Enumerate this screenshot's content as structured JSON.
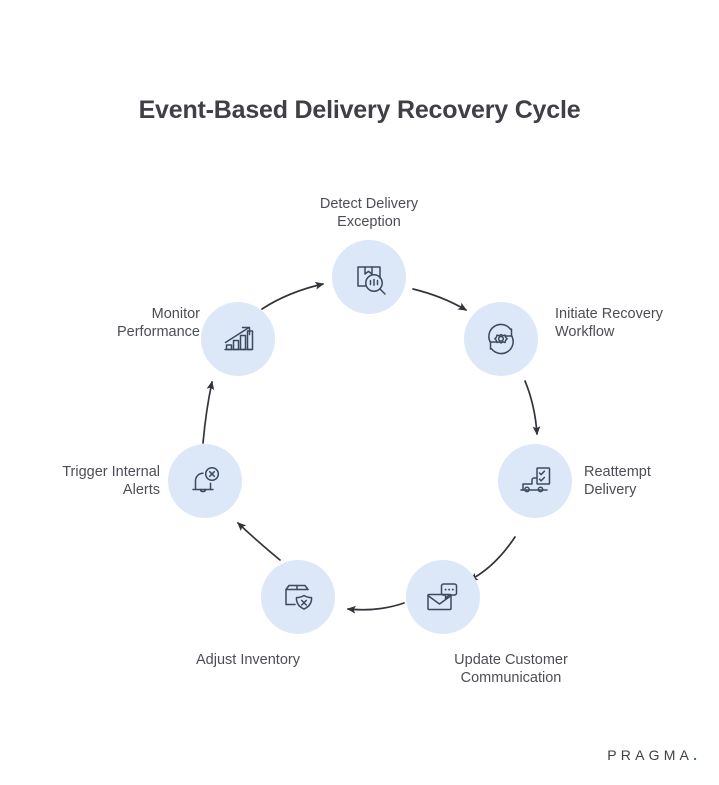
{
  "title": "Event-Based Delivery Recovery Cycle",
  "brand": {
    "name": "PRAGMA",
    "dot": "."
  },
  "theme": {
    "background": "#ffffff",
    "node_fill": "#dce8f7",
    "icon_stroke": "#3c4a5e",
    "arrow_color": "#33343a",
    "title_color": "#3f4045",
    "label_color": "#4d4e55",
    "brand_dot_color": "#3c63d8"
  },
  "diagram": {
    "type": "cycle",
    "direction": "clockwise",
    "node_count": 7,
    "nodes": [
      {
        "id": "detect-delivery-exception",
        "label": "Detect Delivery\nException",
        "icon": "package-magnifier-icon",
        "position": "top",
        "label_align": "center"
      },
      {
        "id": "initiate-recovery-workflow",
        "label": "Initiate Recovery\nWorkflow",
        "icon": "refresh-gear-icon",
        "position": "upper-right",
        "label_align": "left"
      },
      {
        "id": "reattempt-delivery",
        "label": "Reattempt\nDelivery",
        "icon": "truck-checklist-icon",
        "position": "right",
        "label_align": "left"
      },
      {
        "id": "update-customer-communication",
        "label": "Update Customer\nCommunication",
        "icon": "envelope-chat-icon",
        "position": "lower-right",
        "label_align": "center"
      },
      {
        "id": "adjust-inventory",
        "label": "Adjust Inventory",
        "icon": "box-shield-x-icon",
        "position": "lower-left",
        "label_align": "center"
      },
      {
        "id": "trigger-internal-alerts",
        "label": "Trigger Internal\nAlerts",
        "icon": "bell-x-icon",
        "position": "left",
        "label_align": "right"
      },
      {
        "id": "monitor-performance",
        "label": "Monitor\nPerformance",
        "icon": "bar-chart-growth-icon",
        "position": "upper-left",
        "label_align": "right"
      }
    ],
    "connectors": [
      {
        "from": "detect-delivery-exception",
        "to": "initiate-recovery-workflow",
        "style": "curved-arrow"
      },
      {
        "from": "initiate-recovery-workflow",
        "to": "reattempt-delivery",
        "style": "curved-arrow"
      },
      {
        "from": "reattempt-delivery",
        "to": "update-customer-communication",
        "style": "curved-arrow"
      },
      {
        "from": "update-customer-communication",
        "to": "adjust-inventory",
        "style": "curved-arrow"
      },
      {
        "from": "adjust-inventory",
        "to": "trigger-internal-alerts",
        "style": "curved-arrow"
      },
      {
        "from": "trigger-internal-alerts",
        "to": "monitor-performance",
        "style": "curved-arrow"
      },
      {
        "from": "monitor-performance",
        "to": "detect-delivery-exception",
        "style": "curved-arrow"
      }
    ]
  }
}
